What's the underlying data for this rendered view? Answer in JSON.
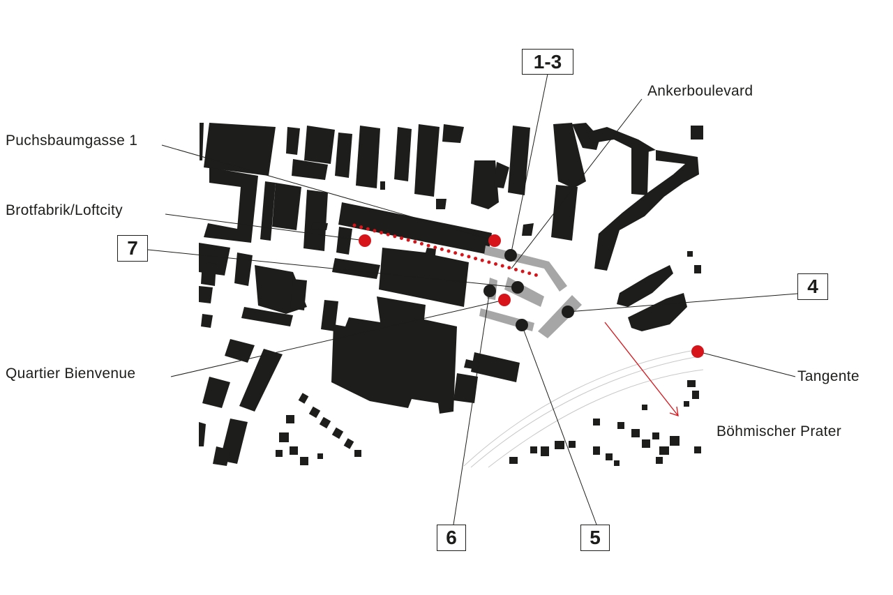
{
  "labels": {
    "puchsbaumgasse": "Puchsbaumgasse 1",
    "brotfabrik": "Brotfabrik/Loftcity",
    "quartier": "Quartier Bienvenue",
    "ankerboulevard": "Ankerboulevard",
    "tangente": "Tangente",
    "prater": "Böhmischer Prater"
  },
  "markers": {
    "m13": "1-3",
    "m4": "4",
    "m5": "5",
    "m6": "6",
    "m7": "7"
  },
  "colors": {
    "building": "#1d1d1b",
    "highlight": "#d7141a",
    "project": "#a6a6a6"
  }
}
